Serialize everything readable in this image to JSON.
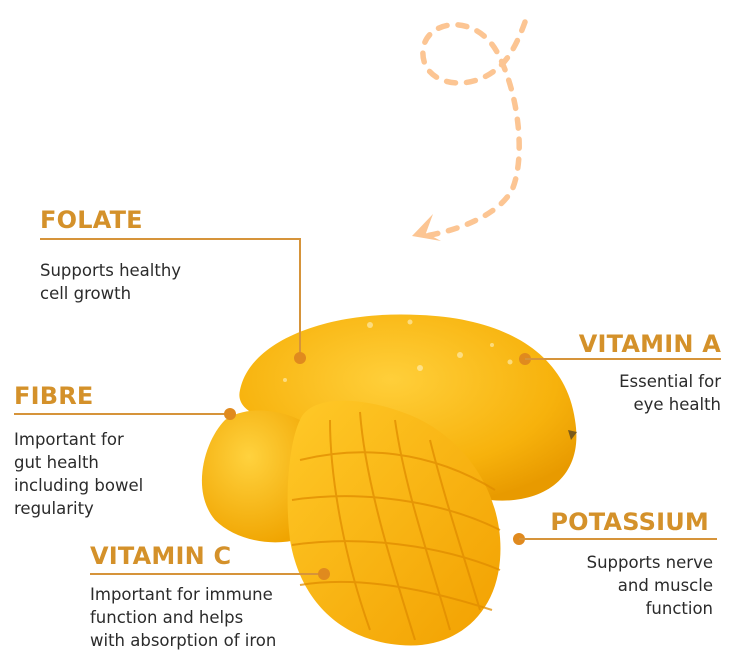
{
  "colors": {
    "accent": "#d4912a",
    "line": "#d6943a",
    "dot": "#e08a1e",
    "text": "#2b2b2b",
    "dashed_arrow": "#fcc593",
    "mango_light": "#ffc21a",
    "mango_dark": "#f2a000"
  },
  "decorations": {
    "arrow": "dashed-curly-arrow-icon",
    "image": "mango-illustration"
  },
  "nutrients": [
    {
      "name": "FOLATE",
      "description": "Supports healthy\ncell growth"
    },
    {
      "name": "VITAMIN A",
      "description": "Essential for\neye health"
    },
    {
      "name": "FIBRE",
      "description": "Important for\ngut health\nincluding bowel\nregularity"
    },
    {
      "name": "VITAMIN C",
      "description": "Important for immune\nfunction and helps\nwith absorption of iron"
    },
    {
      "name": "POTASSIUM",
      "description": "Supports nerve\nand muscle\nfunction"
    }
  ]
}
